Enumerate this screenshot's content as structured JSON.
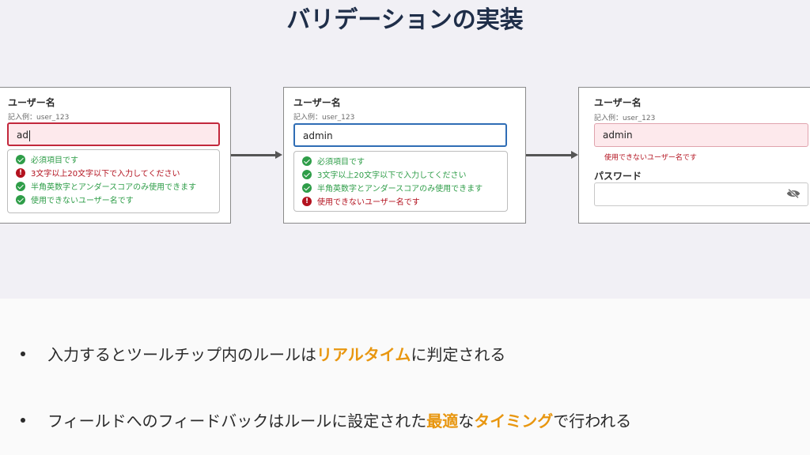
{
  "title": "バリデーションの実装",
  "panels": {
    "p1": {
      "label": "ユーザー名",
      "hint": "記入例：user_123",
      "input_value": "ad",
      "rules": [
        {
          "text": "必須項目です",
          "status": "ok"
        },
        {
          "text": "3文字以上20文字以下で入力してください",
          "status": "ng"
        },
        {
          "text": "半角英数字とアンダースコアのみ使用できます",
          "status": "ok"
        },
        {
          "text": "使用できないユーザー名です",
          "status": "ok"
        }
      ]
    },
    "p2": {
      "label": "ユーザー名",
      "hint": "記入例：user_123",
      "input_value": "admin",
      "rules": [
        {
          "text": "必須項目です",
          "status": "ok"
        },
        {
          "text": "3文字以上20文字以下で入力してください",
          "status": "ok"
        },
        {
          "text": "半角英数字とアンダースコアのみ使用できます",
          "status": "ok"
        },
        {
          "text": "使用できないユーザー名です",
          "status": "ng"
        }
      ]
    },
    "p3": {
      "label": "ユーザー名",
      "hint": "記入例：user_123",
      "input_value": "admin",
      "error": "使用できないユーザー名です",
      "password_label": "パスワード",
      "password_icon": "eye-off-icon"
    }
  },
  "bullets": {
    "b1": {
      "before": "入力するとツールチップ内のルールは",
      "highlight": "リアルタイム",
      "after": "に判定される"
    },
    "b2": {
      "before": "フィールドへのフィードバックはルールに設定された",
      "highlight1": "最適",
      "middle": "な",
      "highlight2": "タイミング",
      "after": "で行われる"
    }
  },
  "colors": {
    "ok": "#2e9d48",
    "error": "#b3121f",
    "focus": "#2f6db5",
    "highlight": "#e8960f",
    "title": "#1f2e49"
  }
}
